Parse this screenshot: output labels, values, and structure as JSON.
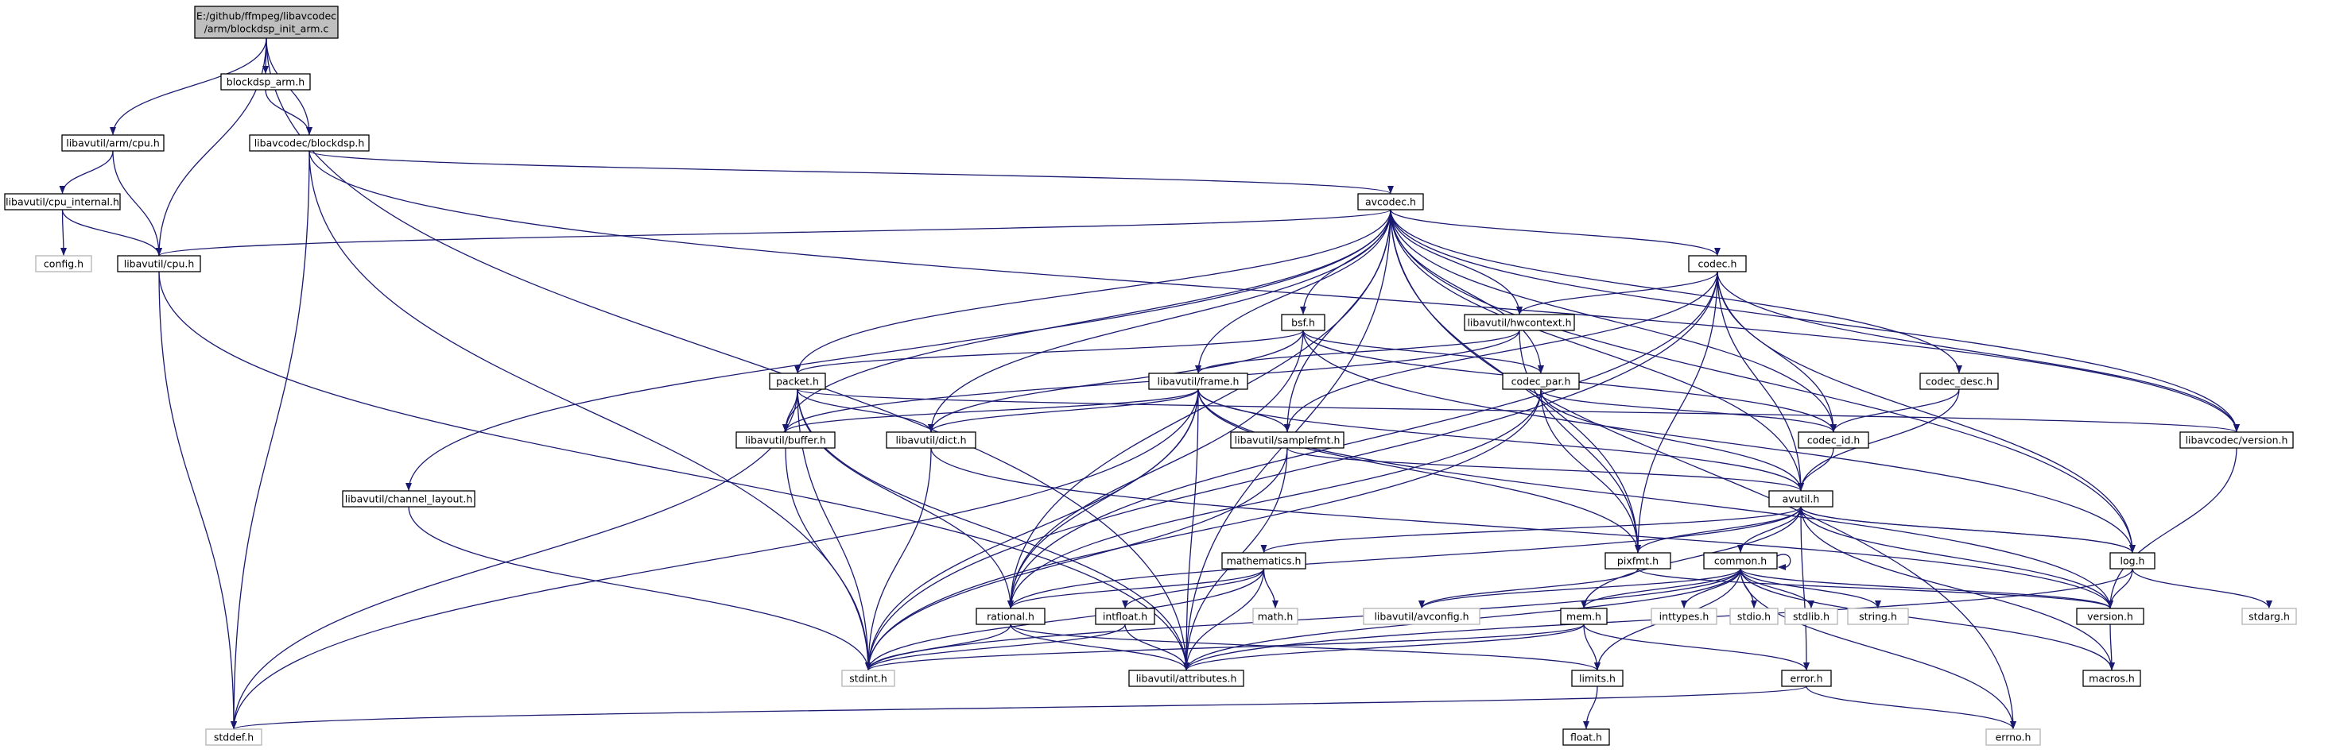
{
  "diagram": {
    "title": "",
    "nodes": [
      {
        "id": "root",
        "label": [
          "E:/github/ffmpeg/libavcodec",
          "/arm/blockdsp_init_arm.c"
        ],
        "style": "root"
      },
      {
        "id": "blockdsp_arm",
        "label": [
          "blockdsp_arm.h"
        ],
        "style": "normal"
      },
      {
        "id": "arm_cpu",
        "label": [
          "libavutil/arm/cpu.h"
        ],
        "style": "normal"
      },
      {
        "id": "blockdsp",
        "label": [
          "libavcodec/blockdsp.h"
        ],
        "style": "normal"
      },
      {
        "id": "cpu_internal",
        "label": [
          "libavutil/cpu_internal.h"
        ],
        "style": "normal"
      },
      {
        "id": "config",
        "label": [
          "config.h"
        ],
        "style": "ghost"
      },
      {
        "id": "cpu",
        "label": [
          "libavutil/cpu.h"
        ],
        "style": "normal"
      },
      {
        "id": "avcodec",
        "label": [
          "avcodec.h"
        ],
        "style": "normal"
      },
      {
        "id": "codec",
        "label": [
          "codec.h"
        ],
        "style": "normal"
      },
      {
        "id": "bsf",
        "label": [
          "bsf.h"
        ],
        "style": "normal"
      },
      {
        "id": "hwcontext",
        "label": [
          "libavutil/hwcontext.h"
        ],
        "style": "normal"
      },
      {
        "id": "packet",
        "label": [
          "packet.h"
        ],
        "style": "normal"
      },
      {
        "id": "frame",
        "label": [
          "libavutil/frame.h"
        ],
        "style": "normal"
      },
      {
        "id": "codec_par",
        "label": [
          "codec_par.h"
        ],
        "style": "normal"
      },
      {
        "id": "codec_desc",
        "label": [
          "codec_desc.h"
        ],
        "style": "normal"
      },
      {
        "id": "buffer",
        "label": [
          "libavutil/buffer.h"
        ],
        "style": "normal"
      },
      {
        "id": "dict",
        "label": [
          "libavutil/dict.h"
        ],
        "style": "normal"
      },
      {
        "id": "samplefmt",
        "label": [
          "libavutil/samplefmt.h"
        ],
        "style": "normal"
      },
      {
        "id": "codec_id",
        "label": [
          "codec_id.h"
        ],
        "style": "normal"
      },
      {
        "id": "lavc_version",
        "label": [
          "libavcodec/version.h"
        ],
        "style": "normal"
      },
      {
        "id": "channel_layout",
        "label": [
          "libavutil/channel_layout.h"
        ],
        "style": "normal"
      },
      {
        "id": "avutil",
        "label": [
          "avutil.h"
        ],
        "style": "normal"
      },
      {
        "id": "mathematics",
        "label": [
          "mathematics.h"
        ],
        "style": "normal"
      },
      {
        "id": "pixfmt",
        "label": [
          "pixfmt.h"
        ],
        "style": "normal"
      },
      {
        "id": "common",
        "label": [
          "common.h"
        ],
        "style": "normal"
      },
      {
        "id": "log",
        "label": [
          "log.h"
        ],
        "style": "normal"
      },
      {
        "id": "rational",
        "label": [
          "rational.h"
        ],
        "style": "normal"
      },
      {
        "id": "intfloat",
        "label": [
          "intfloat.h"
        ],
        "style": "normal"
      },
      {
        "id": "math",
        "label": [
          "math.h"
        ],
        "style": "ghost"
      },
      {
        "id": "avconfig",
        "label": [
          "libavutil/avconfig.h"
        ],
        "style": "ghost"
      },
      {
        "id": "mem",
        "label": [
          "mem.h"
        ],
        "style": "normal"
      },
      {
        "id": "inttypes",
        "label": [
          "inttypes.h"
        ],
        "style": "ghost"
      },
      {
        "id": "stdio",
        "label": [
          "stdio.h"
        ],
        "style": "ghost"
      },
      {
        "id": "stdlib",
        "label": [
          "stdlib.h"
        ],
        "style": "ghost"
      },
      {
        "id": "string",
        "label": [
          "string.h"
        ],
        "style": "ghost"
      },
      {
        "id": "version",
        "label": [
          "version.h"
        ],
        "style": "normal"
      },
      {
        "id": "stdarg",
        "label": [
          "stdarg.h"
        ],
        "style": "ghost"
      },
      {
        "id": "stdint",
        "label": [
          "stdint.h"
        ],
        "style": "ghost"
      },
      {
        "id": "attributes",
        "label": [
          "libavutil/attributes.h"
        ],
        "style": "normal"
      },
      {
        "id": "limits",
        "label": [
          "limits.h"
        ],
        "style": "normal"
      },
      {
        "id": "error",
        "label": [
          "error.h"
        ],
        "style": "normal"
      },
      {
        "id": "macros",
        "label": [
          "macros.h"
        ],
        "style": "normal"
      },
      {
        "id": "stddef",
        "label": [
          "stddef.h"
        ],
        "style": "ghost"
      },
      {
        "id": "float",
        "label": [
          "float.h"
        ],
        "style": "normal"
      },
      {
        "id": "errno",
        "label": [
          "errno.h"
        ],
        "style": "ghost"
      }
    ],
    "edges": [
      [
        "root",
        "blockdsp_arm"
      ],
      [
        "root",
        "arm_cpu"
      ],
      [
        "root",
        "blockdsp"
      ],
      [
        "root",
        "cpu"
      ],
      [
        "root",
        "attributes"
      ],
      [
        "blockdsp_arm",
        "blockdsp"
      ],
      [
        "arm_cpu",
        "cpu_internal"
      ],
      [
        "arm_cpu",
        "cpu"
      ],
      [
        "cpu_internal",
        "config"
      ],
      [
        "cpu_internal",
        "cpu"
      ],
      [
        "cpu",
        "attributes"
      ],
      [
        "cpu",
        "stddef"
      ],
      [
        "blockdsp",
        "avcodec"
      ],
      [
        "blockdsp",
        "lavc_version"
      ],
      [
        "blockdsp",
        "stdint"
      ],
      [
        "blockdsp",
        "stddef"
      ],
      [
        "avcodec",
        "cpu"
      ],
      [
        "avcodec",
        "codec"
      ],
      [
        "avcodec",
        "bsf"
      ],
      [
        "avcodec",
        "hwcontext"
      ],
      [
        "avcodec",
        "packet"
      ],
      [
        "avcodec",
        "frame"
      ],
      [
        "avcodec",
        "codec_par"
      ],
      [
        "avcodec",
        "codec_desc"
      ],
      [
        "avcodec",
        "buffer"
      ],
      [
        "avcodec",
        "dict"
      ],
      [
        "avcodec",
        "samplefmt"
      ],
      [
        "avcodec",
        "codec_id"
      ],
      [
        "avcodec",
        "lavc_version"
      ],
      [
        "avcodec",
        "channel_layout"
      ],
      [
        "avcodec",
        "avutil"
      ],
      [
        "avcodec",
        "pixfmt"
      ],
      [
        "avcodec",
        "log"
      ],
      [
        "avcodec",
        "rational"
      ],
      [
        "avcodec",
        "attributes"
      ],
      [
        "avcodec",
        "errno"
      ],
      [
        "codec",
        "hwcontext"
      ],
      [
        "codec",
        "samplefmt"
      ],
      [
        "codec",
        "codec_id"
      ],
      [
        "codec",
        "lavc_version"
      ],
      [
        "codec",
        "avutil"
      ],
      [
        "codec",
        "pixfmt"
      ],
      [
        "codec",
        "log"
      ],
      [
        "codec",
        "rational"
      ],
      [
        "codec",
        "stdint"
      ],
      [
        "bsf",
        "packet"
      ],
      [
        "bsf",
        "dict"
      ],
      [
        "bsf",
        "codec_par"
      ],
      [
        "bsf",
        "codec_id"
      ],
      [
        "bsf",
        "log"
      ],
      [
        "bsf",
        "rational"
      ],
      [
        "hwcontext",
        "frame"
      ],
      [
        "hwcontext",
        "buffer"
      ],
      [
        "hwcontext",
        "pixfmt"
      ],
      [
        "packet",
        "buffer"
      ],
      [
        "packet",
        "dict"
      ],
      [
        "packet",
        "lavc_version"
      ],
      [
        "packet",
        "rational"
      ],
      [
        "packet",
        "attributes"
      ],
      [
        "packet",
        "stdint"
      ],
      [
        "packet",
        "stddef"
      ],
      [
        "frame",
        "buffer"
      ],
      [
        "frame",
        "dict"
      ],
      [
        "frame",
        "samplefmt"
      ],
      [
        "frame",
        "avutil"
      ],
      [
        "frame",
        "pixfmt"
      ],
      [
        "frame",
        "rational"
      ],
      [
        "frame",
        "version"
      ],
      [
        "frame",
        "attributes"
      ],
      [
        "frame",
        "stdint"
      ],
      [
        "frame",
        "stddef"
      ],
      [
        "codec_par",
        "codec_id"
      ],
      [
        "codec_par",
        "avutil"
      ],
      [
        "codec_par",
        "pixfmt"
      ],
      [
        "codec_par",
        "rational"
      ],
      [
        "codec_par",
        "stdint"
      ],
      [
        "codec_desc",
        "codec_id"
      ],
      [
        "codec_desc",
        "avutil"
      ],
      [
        "buffer",
        "stdint"
      ],
      [
        "dict",
        "version"
      ],
      [
        "dict",
        "stdint"
      ],
      [
        "samplefmt",
        "avutil"
      ],
      [
        "samplefmt",
        "attributes"
      ],
      [
        "samplefmt",
        "stdint"
      ],
      [
        "codec_id",
        "avutil"
      ],
      [
        "lavc_version",
        "version"
      ],
      [
        "channel_layout",
        "stdint"
      ],
      [
        "avutil",
        "common"
      ],
      [
        "avutil",
        "mathematics"
      ],
      [
        "avutil",
        "pixfmt"
      ],
      [
        "avutil",
        "log"
      ],
      [
        "avutil",
        "rational"
      ],
      [
        "avutil",
        "version"
      ],
      [
        "avutil",
        "error"
      ],
      [
        "avutil",
        "macros"
      ],
      [
        "mathematics",
        "rational"
      ],
      [
        "mathematics",
        "intfloat"
      ],
      [
        "mathematics",
        "math"
      ],
      [
        "mathematics",
        "attributes"
      ],
      [
        "mathematics",
        "stdint"
      ],
      [
        "pixfmt",
        "avconfig"
      ],
      [
        "pixfmt",
        "version"
      ],
      [
        "common",
        "avconfig"
      ],
      [
        "common",
        "mem"
      ],
      [
        "common",
        "attributes"
      ],
      [
        "common",
        "inttypes"
      ],
      [
        "common",
        "stdio"
      ],
      [
        "common",
        "stdlib"
      ],
      [
        "common",
        "string"
      ],
      [
        "common",
        "version"
      ],
      [
        "common",
        "macros"
      ],
      [
        "common",
        "errno"
      ],
      [
        "common",
        "limits"
      ],
      [
        "common",
        "stdint"
      ],
      [
        "common",
        "common"
      ],
      [
        "log",
        "avutil"
      ],
      [
        "log",
        "version"
      ],
      [
        "log",
        "attributes"
      ],
      [
        "log",
        "stdarg"
      ],
      [
        "rational",
        "attributes"
      ],
      [
        "rational",
        "limits"
      ],
      [
        "rational",
        "stdint"
      ],
      [
        "intfloat",
        "attributes"
      ],
      [
        "intfloat",
        "stdint"
      ],
      [
        "mem",
        "limits"
      ],
      [
        "mem",
        "error"
      ],
      [
        "mem",
        "attributes"
      ],
      [
        "mem",
        "stdint"
      ],
      [
        "mem",
        "avutil"
      ],
      [
        "version",
        "macros"
      ],
      [
        "limits",
        "float"
      ],
      [
        "error",
        "errno"
      ],
      [
        "error",
        "stddef"
      ]
    ]
  }
}
